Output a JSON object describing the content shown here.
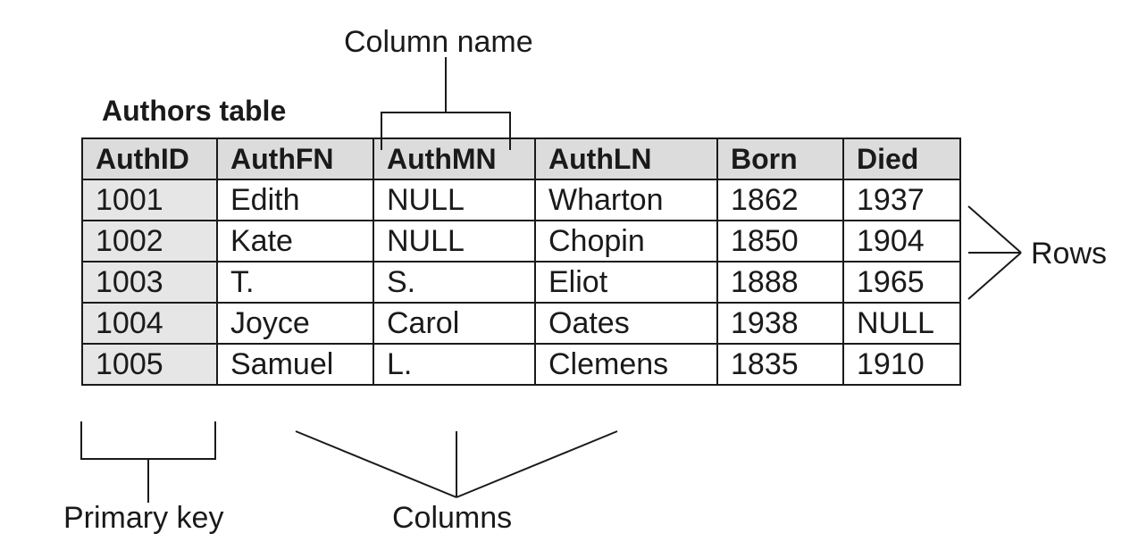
{
  "table_title": "Authors table",
  "annotations": {
    "column_name": "Column name",
    "rows": "Rows",
    "primary_key": "Primary key",
    "columns": "Columns"
  },
  "table": {
    "headers": [
      "AuthID",
      "AuthFN",
      "AuthMN",
      "AuthLN",
      "Born",
      "Died"
    ],
    "rows": [
      [
        "1001",
        "Edith",
        "NULL",
        "Wharton",
        "1862",
        "1937"
      ],
      [
        "1002",
        "Kate",
        "NULL",
        "Chopin",
        "1850",
        "1904"
      ],
      [
        "1003",
        "T.",
        "S.",
        "Eliot",
        "1888",
        "1965"
      ],
      [
        "1004",
        "Joyce",
        "Carol",
        "Oates",
        "1938",
        "NULL"
      ],
      [
        "1005",
        "Samuel",
        "L.",
        "Clemens",
        "1835",
        "1910"
      ]
    ]
  }
}
